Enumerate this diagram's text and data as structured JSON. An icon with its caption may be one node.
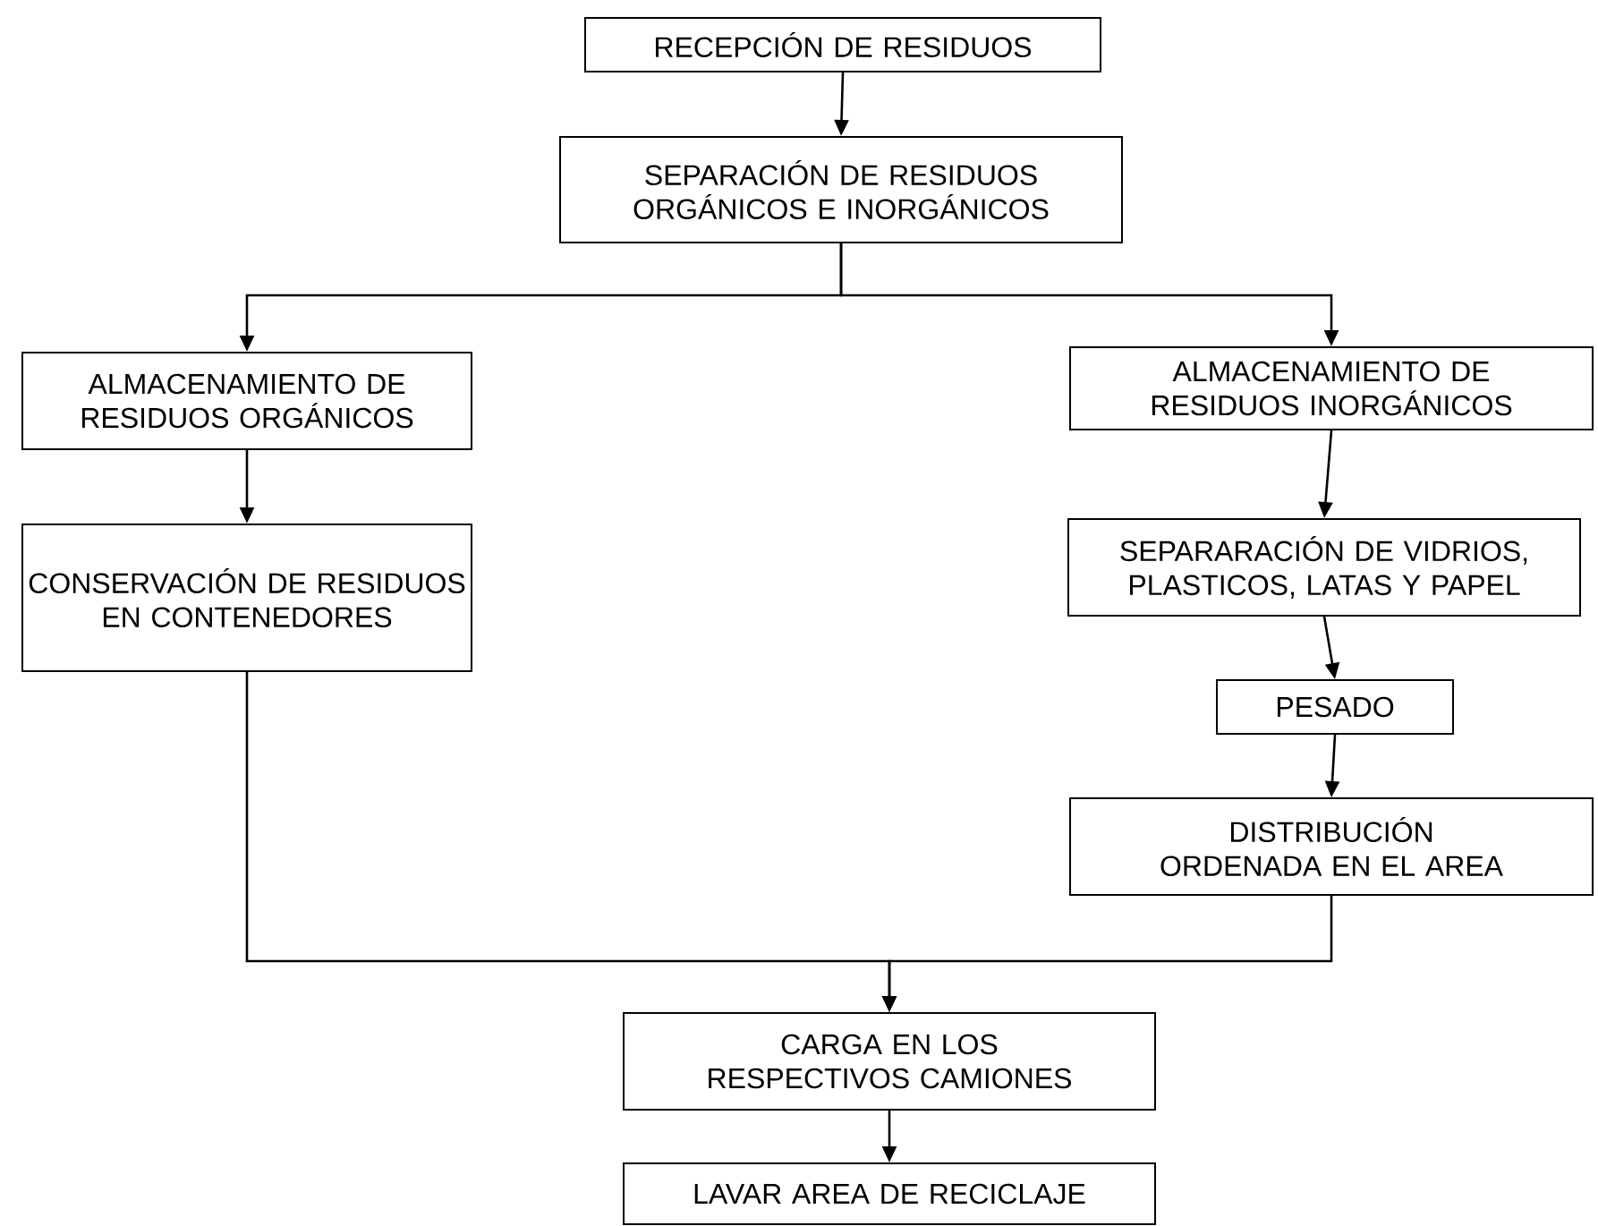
{
  "diagram": {
    "nodes": [
      {
        "text": [
          "RECEPCIÓN DE RESIDUOS"
        ]
      },
      {
        "text": [
          "SEPARACIÓN DE RESIDUOS ORGÁNICOS E INORGÁNICOS"
        ]
      },
      {
        "text": [
          "ALMACENAMIENTO DE RESIDUOS ORGÁNICOS"
        ]
      },
      {
        "text": [
          "ALMACENAMIENTO DE RESIDUOS INORGÁNICOS"
        ]
      },
      {
        "text": [
          "CONSERVACIÓN DE RESIDUOS EN CONTENEDORES"
        ]
      },
      {
        "text": [
          "SEPARARACIÓN DE VIDRIOS, PLASTICOS, LATAS Y PAPEL"
        ]
      },
      {
        "text": [
          "PESADO"
        ]
      },
      {
        "text": [
          "DISTRIBUCIÓN ORDENADA EN EL AREA"
        ]
      },
      {
        "text": [
          "CARGA EN LOS RESPECTIVOS CAMIONES"
        ]
      },
      {
        "text": [
          "LAVAR AREA DE RECICLAJE"
        ]
      }
    ],
    "edges": [
      {
        "from": 0,
        "to": 1,
        "arrow": "to"
      },
      {
        "from": 1,
        "to": 2,
        "arrow": "to"
      },
      {
        "from": 1,
        "to": 3,
        "arrow": "to"
      },
      {
        "from": 2,
        "to": 4,
        "arrow": "to"
      },
      {
        "from": 3,
        "to": 5,
        "arrow": "to"
      },
      {
        "from": 5,
        "to": 6,
        "arrow": "to"
      },
      {
        "from": 6,
        "to": 7,
        "arrow": "to"
      },
      {
        "from": 4,
        "to": 8,
        "arrow": "to"
      },
      {
        "from": 7,
        "to": 8,
        "arrow": "to"
      },
      {
        "from": 8,
        "to": 9,
        "arrow": "to"
      }
    ]
  }
}
